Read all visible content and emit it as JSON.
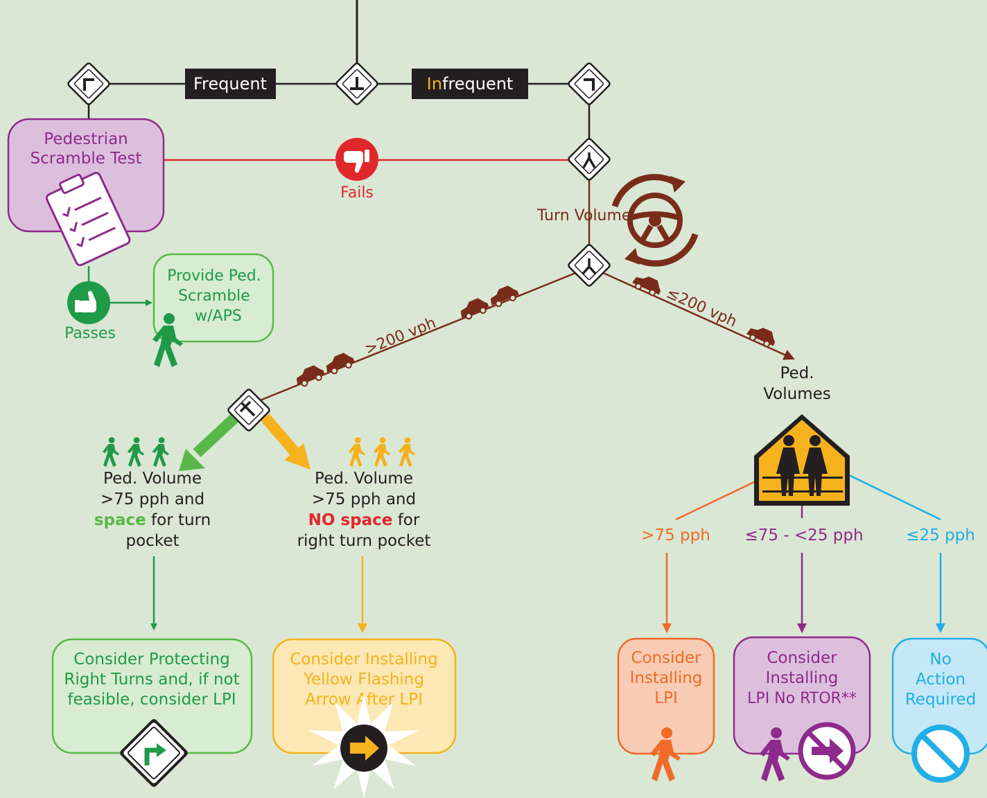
{
  "colors": {
    "background": "#dae7d4",
    "green": "#1f9a48",
    "light_green": "#58b847",
    "yellow": "#f5b21d",
    "orange": "#ef6b27",
    "purple": "#8e2a8c",
    "blue": "#22aee6",
    "red": "#e0282c",
    "brown": "#7a2c1b",
    "black": "#231f20"
  },
  "branch_frequent": "Frequent",
  "branch_infrequent_highlight": "In",
  "branch_infrequent_rest": "frequent",
  "scramble_test": {
    "line1": "Pedestrian",
    "line2": "Scramble Test"
  },
  "fails_label": "Fails",
  "passes_label": "Passes",
  "provide_scramble": {
    "line1": "Provide Ped.",
    "line2": "Scramble",
    "line3": "w/APS"
  },
  "turn_volume_label": "Turn Volume",
  "gt200_label": ">200 vph",
  "le200_label": "≤200 vph",
  "ped_volumes": {
    "line1": "Ped.",
    "line2": "Volumes"
  },
  "green_condition": {
    "line1": "Ped. Volume",
    "line2": ">75 pph and",
    "line3_bold": "space",
    "line3_rest": " for turn",
    "line4": "pocket"
  },
  "yellow_condition": {
    "line1": "Ped. Volume",
    "line2": ">75 pph and",
    "line3_bold": "NO space",
    "line3_rest": " for",
    "line4": "right turn pocket"
  },
  "threshold_high": ">75 pph",
  "threshold_mid": "≤75 - <25 pph",
  "threshold_low": "≤25 pph",
  "outcome_protect": {
    "line1": "Consider Protecting",
    "line2": "Right Turns and, if not",
    "line3": "feasible, consider LPI"
  },
  "outcome_yellow": {
    "line1": "Consider Installing",
    "line2": "Yellow Flashing",
    "line3": "Arrow After LPI"
  },
  "outcome_lpi": {
    "line1": "Consider",
    "line2": "Installing",
    "line3": "LPI"
  },
  "outcome_rtor": {
    "line1": "Consider",
    "line2": "Installing",
    "line3": "LPI No RTOR**"
  },
  "outcome_none": {
    "line1": "No",
    "line2": "Action",
    "line3": "Required"
  },
  "icons": [
    "diamond-left-turn-icon",
    "diamond-t-junction-icon",
    "diamond-right-turn-icon",
    "diamond-merge-icon",
    "diamond-y-split-icon",
    "diamond-t-left-icon",
    "thumbs-down-icon",
    "thumbs-up-icon",
    "clipboard-icon",
    "walking-person-icon",
    "steering-wheel-icon",
    "car-icon",
    "school-crossing-sign-icon",
    "right-arrow-diamond-icon",
    "flashing-arrow-icon",
    "no-right-turn-icon",
    "no-symbol-icon"
  ]
}
